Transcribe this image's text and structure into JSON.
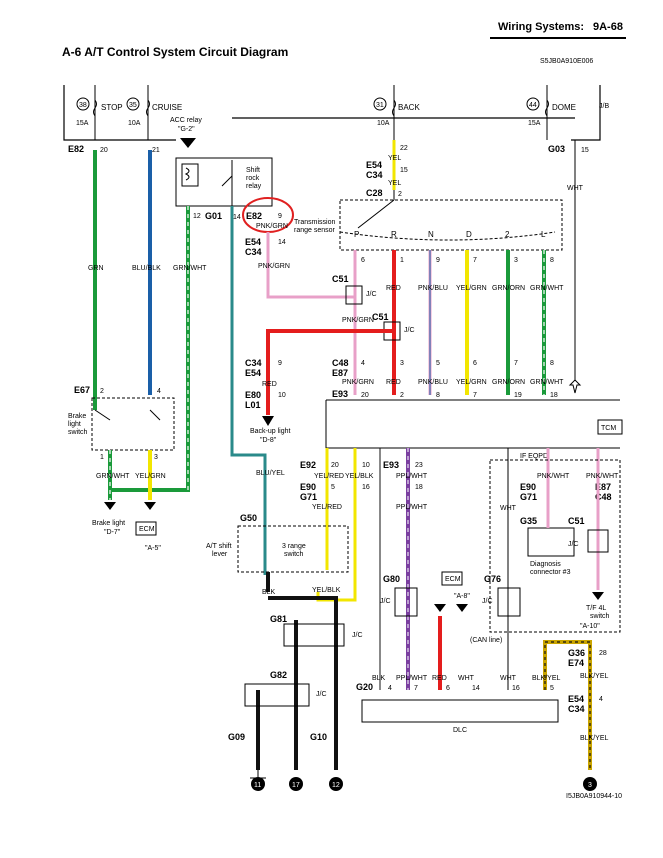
{
  "header": {
    "section": "Wiring Systems:",
    "page": "9A-68",
    "title": "A-6 A/T Control System Circuit Diagram",
    "code": "S5JB0A910E006",
    "footer_code": "I5JB0A910944-10"
  },
  "fuses": [
    {
      "num": "38",
      "name": "STOP",
      "amp": "15A"
    },
    {
      "num": "35",
      "name": "CRUISE",
      "amp": "10A"
    },
    {
      "num": "31",
      "name": "BACK",
      "amp": "10A"
    },
    {
      "num": "44",
      "name": "DOME",
      "amp": "15A"
    }
  ],
  "labels": {
    "jb": "J/B",
    "acc_relay": "ACC relay",
    "acc_ref": "\"G-2\"",
    "shift_lock": "Shift",
    "shift_lock2": "rock",
    "shift_lock3": "relay",
    "trs": "Transmission",
    "trs2": "range sensor",
    "brake_sw": "Brake",
    "brake_sw2": "light",
    "brake_sw3": "switch",
    "brake_light": "Brake light",
    "brake_ref": "\"D-7\"",
    "ecm": "ECM",
    "ecm_ref": "\"A-5\"",
    "backup": "Back-up light",
    "backup_ref": "\"D-8\"",
    "tcm": "TCM",
    "ife": "IF EQPD",
    "at_lever": "A/T shift",
    "at_lever2": "lever",
    "range3": "3 range",
    "range3b": "switch",
    "jc": "J/C",
    "diag": "Diagnosis",
    "diag2": "connector #3",
    "tf": "T/F 4L",
    "tf2": "switch",
    "tf_ref": "\"A-10\"",
    "can": "(CAN line)",
    "dlc": "DLC",
    "ecm2_ref": "\"A-8\"",
    "trs_letters": [
      "P",
      "R",
      "N",
      "D",
      "2",
      "L"
    ]
  },
  "connectors": {
    "e82": "E82",
    "e67": "E67",
    "g01": "G01",
    "g03": "G03",
    "e54": "E54",
    "c34": "C34",
    "c28": "C28",
    "c51": "C51",
    "c48": "C48",
    "e87": "E87",
    "e93": "E93",
    "e80": "E80",
    "l01": "L01",
    "e92": "E92",
    "e90": "E90",
    "g71": "G71",
    "g50": "G50",
    "g80": "G80",
    "g76": "G76",
    "g35": "G35",
    "g81": "G81",
    "g82": "G82",
    "g20": "G20",
    "g09": "G09",
    "g10": "G10",
    "g36": "G36",
    "e74": "E74"
  },
  "wires": {
    "grn": "GRN",
    "blublk": "BLU/BLK",
    "grnwht": "GRN/WHT",
    "yel": "YEL",
    "pnkgrn": "PNK/GRN",
    "red": "RED",
    "pnkblu": "PNK/BLU",
    "yelgrn": "YEL/GRN",
    "grnorn": "GRN/ORN",
    "wht": "WHT",
    "bluyel": "BLU/YEL",
    "yelred": "YEL/RED",
    "yelblk": "YEL/BLK",
    "pplwht": "PPL/WHT",
    "pnkwht": "PNK/WHT",
    "blk": "BLK",
    "blkyel": "BLK/YEL"
  },
  "colors": {
    "green": "#1a9a3a",
    "blue": "#1a5fa8",
    "teal": "#2a8a8a",
    "yellow": "#f2e600",
    "red": "#e41d1d",
    "pink": "#e8a0c8",
    "purple": "#7a3fa0",
    "black": "#111111",
    "gold": "#c9a400",
    "circle": "#e02020"
  },
  "grounds": [
    "11",
    "17",
    "12",
    "3"
  ],
  "dlc_pins": [
    "4",
    "7",
    "6",
    "14",
    "16",
    "5"
  ]
}
